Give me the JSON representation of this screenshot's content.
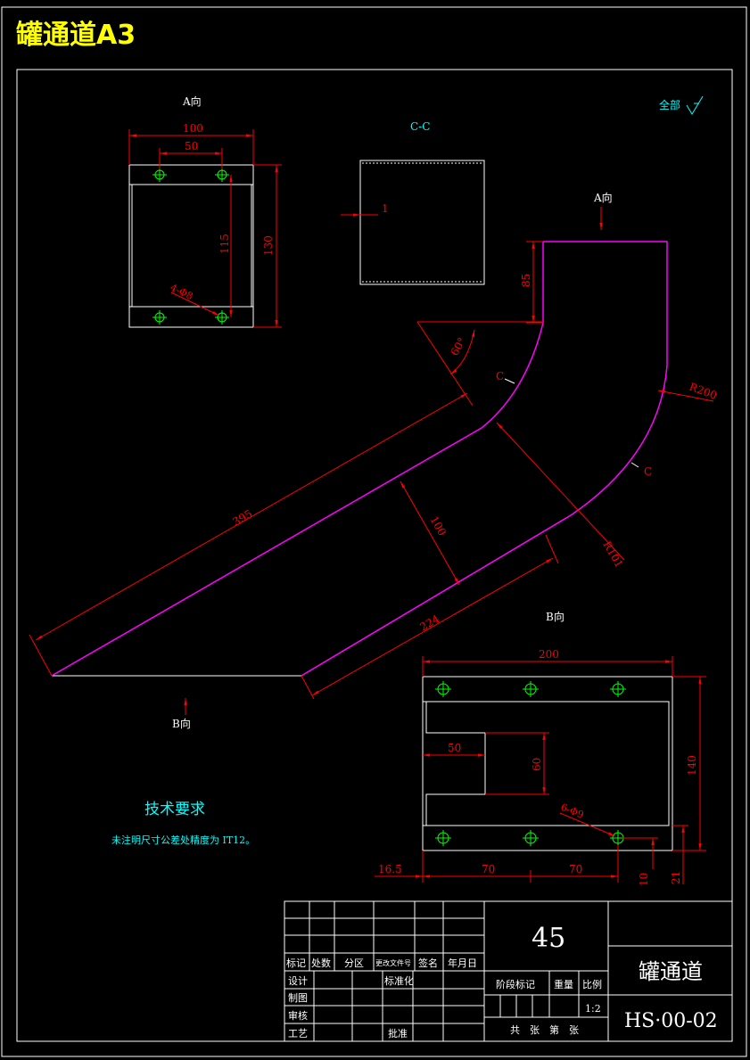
{
  "page_title": "罐通道A3",
  "colors": {
    "background": "#000000",
    "outline": "#ffffff",
    "dimension": "#ff0000",
    "profile": "#ff00ff",
    "note": "#00ffff",
    "title": "#ffff00",
    "hole": "#00ff00"
  },
  "views": {
    "view_a_top": {
      "label": "A向",
      "dims": {
        "width": "100",
        "hole_spacing": "50",
        "hole_height": "115",
        "height": "130",
        "holes": "4-Φ8"
      }
    },
    "section_cc": {
      "label": "C-C",
      "thickness": "1"
    },
    "bend_view": {
      "label_a": "A向",
      "label_b": "B向",
      "dims": {
        "top": "85",
        "angle": "60°",
        "long_edge": "395",
        "width": "100",
        "short_edge": "224",
        "outer_radius": "R200",
        "inner_radius": "R101"
      },
      "section_marks": [
        "C",
        "C"
      ]
    },
    "view_b": {
      "label": "B向",
      "dims": {
        "width": "200",
        "notch_width": "50",
        "notch_height": "60",
        "height": "140",
        "holes": "6-Φ9",
        "offset": "16.5",
        "pitch_1": "70",
        "pitch_2": "70",
        "edge_1": "10",
        "edge_2": "21"
      }
    }
  },
  "surface_finish": "全部",
  "tech_requirements": {
    "title": "技术要求",
    "note": "未注明尺寸公差处精度为 IT12。"
  },
  "title_block": {
    "material": "45",
    "part_name": "罐通道",
    "drawing_no": "HS·00-02",
    "scale": "1:2",
    "headers": {
      "mark": "标记",
      "count": "处数",
      "zone": "分区",
      "change_doc": "更改文件号",
      "signature": "签名",
      "date": "年月日",
      "design": "设计",
      "standard": "标准化",
      "draw": "制图",
      "review": "审核",
      "process": "工艺",
      "approve": "批准",
      "stage": "阶段标记",
      "weight": "重量",
      "ratio": "比例",
      "sheets": "共　张　第　张"
    }
  }
}
